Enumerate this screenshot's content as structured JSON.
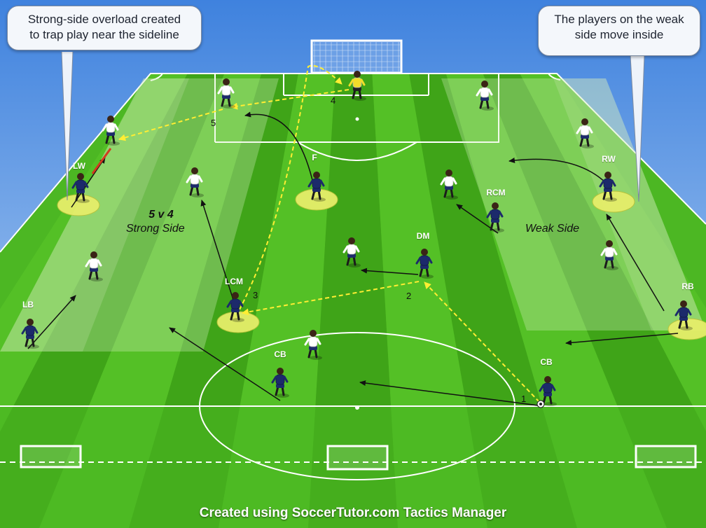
{
  "callouts": {
    "left_line1": "Strong-side overload created",
    "left_line2": "to trap play near the sideline",
    "right_line1": "The players on the weak",
    "right_line2": "side move inside"
  },
  "zones": {
    "strong_count": "5 v 4",
    "strong_label": "Strong Side",
    "weak_label": "Weak Side"
  },
  "players": {
    "lw": "LW",
    "f": "F",
    "rw": "RW",
    "rcm": "RCM",
    "dm": "DM",
    "lcm": "LCM",
    "lb": "LB",
    "rb": "RB",
    "cb_left": "CB",
    "cb_right": "CB"
  },
  "steps": [
    "1",
    "2",
    "3",
    "4",
    "5"
  ],
  "footer": "Created using SoccerTutor.com Tactics Manager",
  "colors": {
    "sky_top": "#4f8fe0",
    "sky_bottom": "#bcd8f6",
    "grass_light": "#54c026",
    "grass_dark": "#3fa418",
    "home_kit": "#1c2a6b",
    "away_kit": "#ffffff",
    "highlight": "#e6ee6a",
    "pass_line": "#ffee33"
  }
}
